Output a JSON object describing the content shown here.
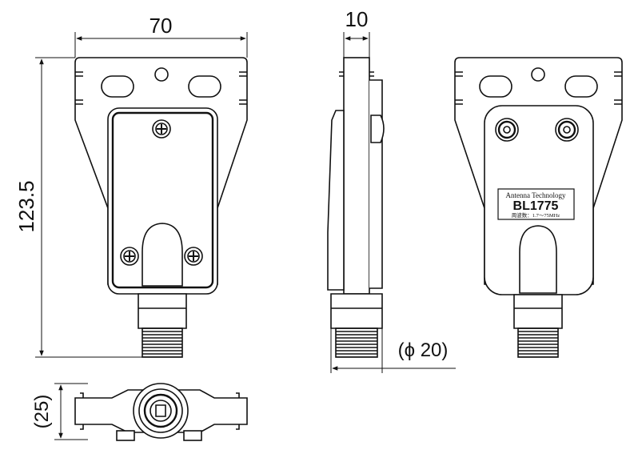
{
  "dimensions": {
    "width": "70",
    "side_thickness": "10",
    "height": "123.5",
    "connector_diameter": "(ϕ 20)",
    "depth": "(25)"
  },
  "label": {
    "brand": "Antenna Technology",
    "model": "BL1775",
    "spec": "周波数：1.7〜75MHz"
  },
  "colors": {
    "line": "#111111",
    "fill": "#ffffff"
  }
}
